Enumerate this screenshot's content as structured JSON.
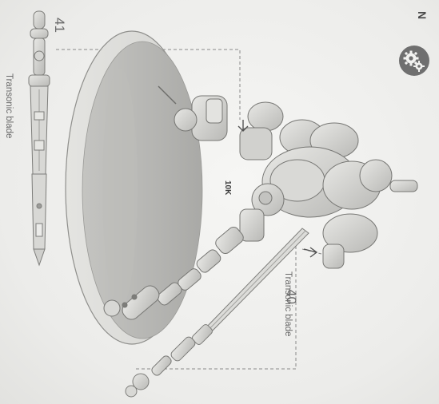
{
  "page": {
    "corner_letter": "N",
    "gear_icon": "gear-icon",
    "colors": {
      "ink": "#6a6a6a",
      "badge": "#6f6f6f",
      "plastic": "#cfcfcc"
    }
  },
  "steps": [
    {
      "number": "41",
      "part_label": "Transonic blade"
    },
    {
      "number": "40",
      "part_label": "Transonic blade"
    }
  ],
  "model_code": "10K"
}
